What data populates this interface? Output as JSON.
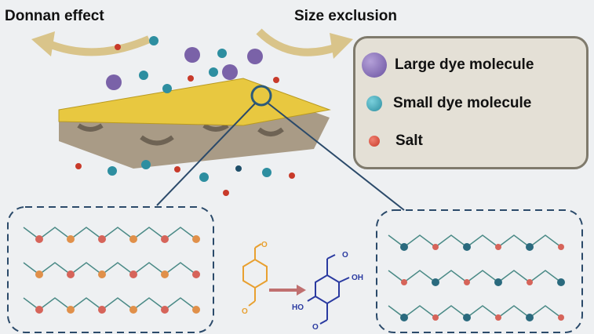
{
  "labels": {
    "donnan": "Donnan effect",
    "size_exclusion": "Size exclusion"
  },
  "legend": [
    {
      "label": "Large dye molecule",
      "color": "#7a62a8"
    },
    {
      "label": "Small dye molecule",
      "color": "#2d8ea0"
    },
    {
      "label": "Salt",
      "color": "#c83a2a"
    }
  ],
  "chem": {
    "o_top_left": "O",
    "o_bottom_left": "O",
    "o_top_right": "O",
    "o_bottom_right": "O",
    "oh": "OH",
    "ho": "HO"
  }
}
